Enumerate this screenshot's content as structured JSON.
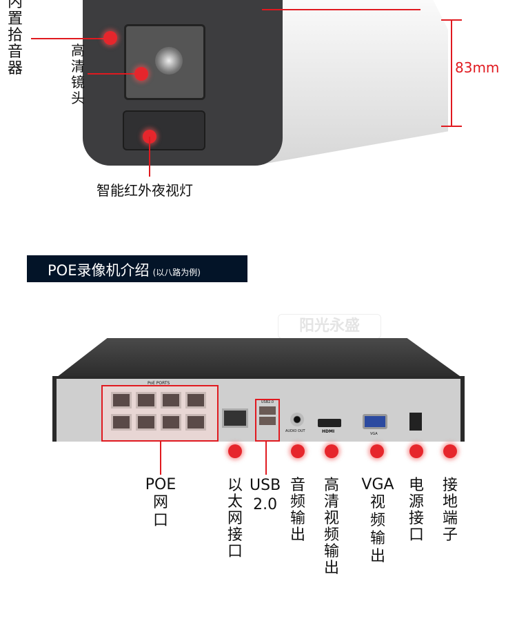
{
  "camera": {
    "dimension": "83mm",
    "labels": {
      "mic": "内置拾音器",
      "lens": "高清镜头",
      "ir": "智能红外夜视灯"
    }
  },
  "section": {
    "title": "POE录像机介绍",
    "subtitle": "(以八路为例)"
  },
  "watermark": "阳光永盛",
  "device": {
    "silk": {
      "poe_ports": "PoE PORTS",
      "usb": "USB2.0",
      "audio": "AUDIO OUT",
      "hdmi": "HDMI",
      "vga": "VGA"
    }
  },
  "ports": [
    {
      "line1": "POE",
      "line2": "网口"
    },
    {
      "text": "以太网接口"
    },
    {
      "line1": "USB",
      "line2": "2.0"
    },
    {
      "text": "音频输出"
    },
    {
      "text": "高清视频输出"
    },
    {
      "line1": "VGA",
      "line2": "视频输出"
    },
    {
      "text": "电源接口"
    },
    {
      "text": "接地端子"
    }
  ],
  "colors": {
    "accent": "#e0191f",
    "banner": "#031428"
  }
}
